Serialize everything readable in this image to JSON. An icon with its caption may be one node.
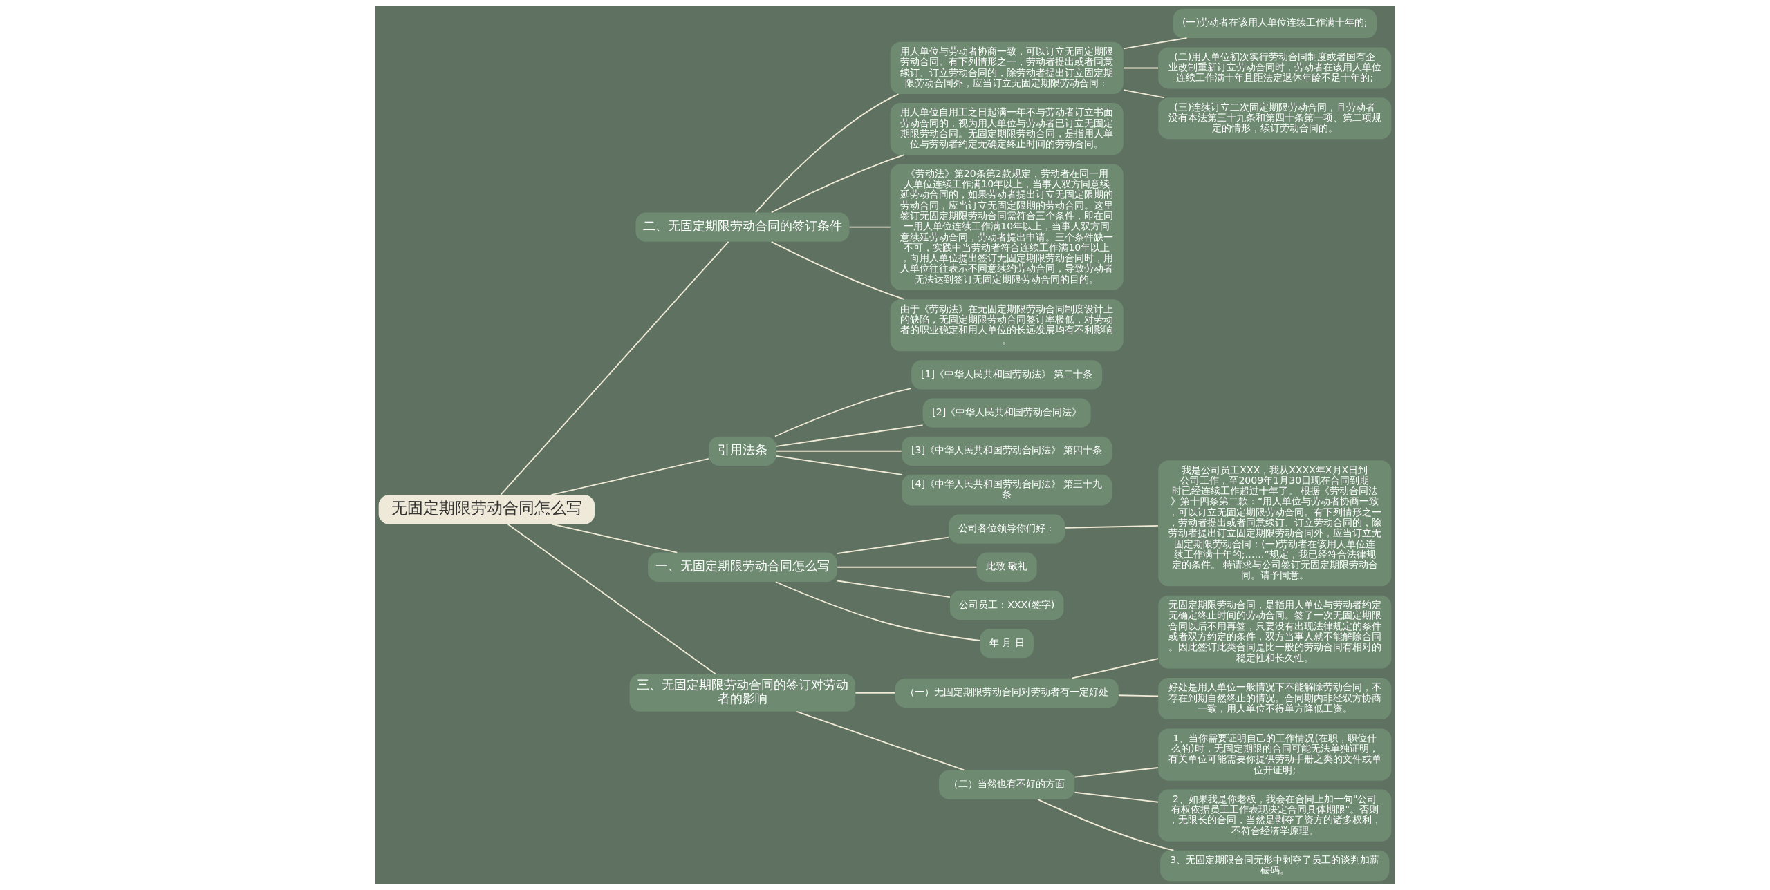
{
  "diagram": {
    "nodes": [
      {
        "text": [
          "无固定期限劳动合同怎么写"
        ]
      },
      {
        "text": [
          "二、无固定期限劳动合同的签订条件"
        ]
      },
      {
        "text": [
          "用人单位与劳动者协商一致，可以订立无固定期限劳动合同。有下列情形之一，劳动者提出或者同意续订、订立劳动合同的，除劳动者提出订立固定期限劳动合同外，应当订立无固定期限劳动合同："
        ]
      },
      {
        "text": [
          "(一)劳动者在该用人单位连续工作满十年的;"
        ]
      },
      {
        "text": [
          "(二)用人单位初次实行劳动合同制度或者国有企业改制重新订立劳动合同时，劳动者在该用人单位连续工作满十年且距法定退休年龄不足十年的;"
        ]
      },
      {
        "text": [
          "(三)连续订立二次固定期限劳动合同，且劳动者没有本法第三十九条和第四十条第一项、第二项规定的情形，续订劳动合同的。"
        ]
      },
      {
        "text": [
          "用人单位自用工之日起满一年不与劳动者订立书面劳动合同的，视为用人单位与劳动者已订立无固定期限劳动合同。无固定期限劳动合同，是指用人单位与劳动者约定无确定终止时间的劳动合同。"
        ]
      },
      {
        "text": [
          "《劳动法》第20条第2款规定，劳动者在同一用人单位连续工作满10年以上，当事人双方同意续延劳动合同的，如果劳动者提出订立无固定限期的劳动合同，应当订立无固定限期的劳动合同。这里签订无固定期限劳动合同需符合三个条件，即在同一用人单位连续工作满10年以上，当事人双方同意续延劳动合同，劳动者提出申请。三个条件缺一不可，实践中当劳动者符合连续工作满10年以上，向用人单位提出签订无固定期限劳动合同时，用人单位往往表示不同意续约劳动合同，导致劳动者无法达到签订无固定期限劳动合同的目的。"
        ]
      },
      {
        "text": [
          "由于《劳动法》在无固定期限劳动合同制度设计上的缺陷，无固定期限劳动合同签订率极低，对劳动者的职业稳定和用人单位的长远发展均有不利影响。"
        ]
      },
      {
        "text": [
          "引用法条"
        ]
      },
      {
        "text": [
          "[1]《中华人民共和国劳动法》 第二十条"
        ]
      },
      {
        "text": [
          "[2]《中华人民共和国劳动合同法》"
        ]
      },
      {
        "text": [
          "[3]《中华人民共和国劳动合同法》 第四十条"
        ]
      },
      {
        "text": [
          "[4]《中华人民共和国劳动合同法》 第三十九条"
        ]
      },
      {
        "text": [
          "一、无固定期限劳动合同怎么写"
        ]
      },
      {
        "text": [
          "公司各位领导你们好："
        ]
      },
      {
        "text": [
          "我是公司员工XXX，我从XXXX年X月X日到公司工作，至2009年1月30日现在合同到期时已经连续工作超过十年了。 根据《劳动合同法》第十四条第二款：“用人单位与劳动者协商一致，可以订立无固定期限劳动合同。有下列情形之一，劳动者提出或者同意续订、订立劳动合同的，除劳动者提出订立固定期限劳动合同外，应当订立无固定期限劳动合同：(一)劳动者在该用人单位连续工作满十年的;……”规定，我已经符合法律规定的条件。 特请求与公司签订无固定期限劳动合同。请予同意。"
        ]
      },
      {
        "text": [
          "此致 敬礼"
        ]
      },
      {
        "text": [
          "公司员工：XXX(签字)"
        ]
      },
      {
        "text": [
          "年 月 日"
        ]
      },
      {
        "text": [
          "三、无固定期限劳动合同的签订对劳动者的影响"
        ]
      },
      {
        "text": [
          "（一）无固定期限劳动合同对劳动者有一定好处"
        ]
      },
      {
        "text": [
          "无固定期限劳动合同，是指用人单位与劳动者约定无确定终止时间的劳动合同。签了一次无固定期限合同以后不用再签，只要没有出现法律规定的条件或者双方约定的条件，双方当事人就不能解除合同。因此签订此类合同是比一般的劳动合同有相对的稳定性和长久性。"
        ]
      },
      {
        "text": [
          "好处是用人单位一般情况下不能解除劳动合同，不存在到期自然终止的情况。合同期内非经双方协商一致，用人单位不得单方降低工资。"
        ]
      },
      {
        "text": [
          "（二）当然也有不好的方面"
        ]
      },
      {
        "text": [
          "1、当你需要证明自己的工作情况(在职，职位什么的)时，无固定期限的合同可能无法单独证明，有关单位可能需要你提供劳动手册之类的文件或单位开证明;"
        ]
      },
      {
        "text": [
          "2、如果我是你老板，我会在合同上加一句\"公司有权依据员工工作表现决定合同具体期限\"。否则，无限长的合同，当然是剥夺了资方的诸多权利，不符合经济学原理。"
        ]
      },
      {
        "text": [
          "3、无固定期限合同无形中剥夺了员工的谈判加薪砝码。"
        ]
      }
    ],
    "edges": [
      {
        "from": 0,
        "to": 1,
        "arrow": "none"
      },
      {
        "from": 1,
        "to": 2,
        "arrow": "none"
      },
      {
        "from": 2,
        "to": 3,
        "arrow": "none"
      },
      {
        "from": 2,
        "to": 4,
        "arrow": "none"
      },
      {
        "from": 2,
        "to": 5,
        "arrow": "none"
      },
      {
        "from": 1,
        "to": 6,
        "arrow": "none"
      },
      {
        "from": 1,
        "to": 7,
        "arrow": "none"
      },
      {
        "from": 1,
        "to": 8,
        "arrow": "none"
      },
      {
        "from": 0,
        "to": 9,
        "arrow": "none"
      },
      {
        "from": 9,
        "to": 10,
        "arrow": "none"
      },
      {
        "from": 9,
        "to": 11,
        "arrow": "none"
      },
      {
        "from": 9,
        "to": 12,
        "arrow": "none"
      },
      {
        "from": 9,
        "to": 13,
        "arrow": "none"
      },
      {
        "from": 0,
        "to": 14,
        "arrow": "none"
      },
      {
        "from": 14,
        "to": 15,
        "arrow": "none"
      },
      {
        "from": 15,
        "to": 16,
        "arrow": "none"
      },
      {
        "from": 14,
        "to": 17,
        "arrow": "none"
      },
      {
        "from": 14,
        "to": 18,
        "arrow": "none"
      },
      {
        "from": 14,
        "to": 19,
        "arrow": "none"
      },
      {
        "from": 0,
        "to": 20,
        "arrow": "none"
      },
      {
        "from": 20,
        "to": 21,
        "arrow": "none"
      },
      {
        "from": 21,
        "to": 22,
        "arrow": "none"
      },
      {
        "from": 21,
        "to": 23,
        "arrow": "none"
      },
      {
        "from": 20,
        "to": 24,
        "arrow": "none"
      },
      {
        "from": 24,
        "to": 25,
        "arrow": "none"
      },
      {
        "from": 24,
        "to": 26,
        "arrow": "none"
      },
      {
        "from": 24,
        "to": 27,
        "arrow": "none"
      }
    ]
  }
}
